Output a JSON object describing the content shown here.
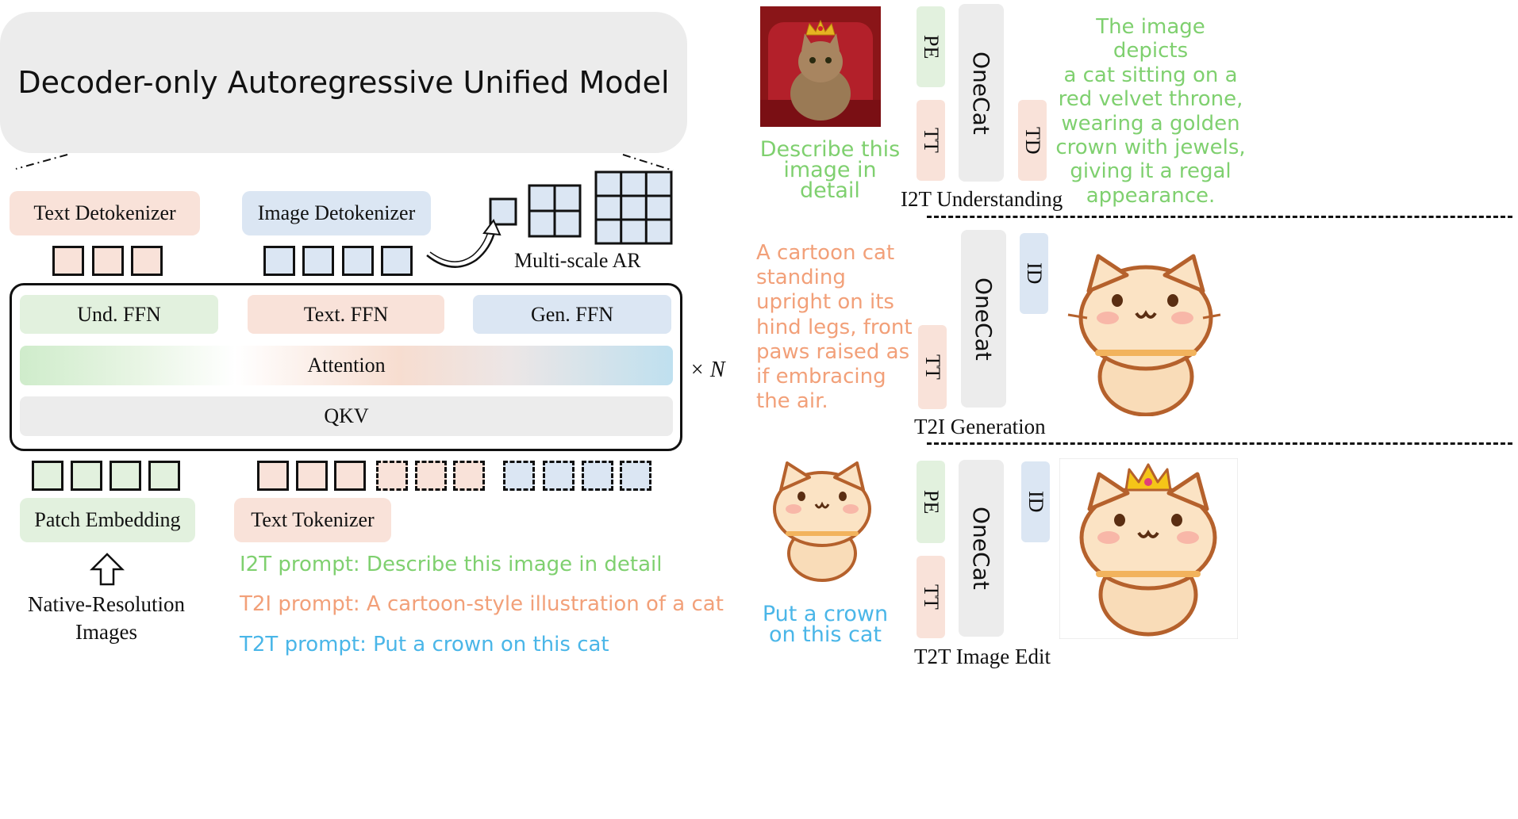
{
  "colors": {
    "green_fill": "#e2f1de",
    "orange_fill": "#f9e2d9",
    "blue_fill": "#dbe6f3",
    "gray_fill": "#ececec",
    "green_text": "#7fd06f",
    "orange_text": "#f2a079",
    "blue_text": "#4ab6e8"
  },
  "diagram": {
    "model_title": "Decoder-only Autoregressive Unified Model",
    "text_detokenizer": "Text Detokenizer",
    "image_detokenizer": "Image Detokenizer",
    "multiscale_label": "Multi-scale AR",
    "und_ffn": "Und. FFN",
    "text_ffn": "Text. FFN",
    "gen_ffn": "Gen. FFN",
    "attention": "Attention",
    "qkv": "QKV",
    "times_n": "× N",
    "patch_embedding": "Patch Embedding",
    "text_tokenizer": "Text Tokenizer",
    "native_images_line1": "Native-Resolution",
    "native_images_line2": "Images"
  },
  "prompts": {
    "i2t": "I2T prompt: Describe this image in detail",
    "t2i": "T2I prompt: A cartoon-style illustration of a cat",
    "t2t": "T2T prompt: Put a crown on this cat"
  },
  "panels": {
    "i2t": {
      "input_text_line1": "Describe this",
      "input_text_line2": "image in detail",
      "pe": "PE",
      "tt": "TT",
      "model": "OneCat",
      "td": "TD",
      "output_text": [
        "The image depicts",
        "a cat sitting on a",
        "red velvet throne,",
        "wearing a golden",
        "crown with jewels,",
        "giving it a regal",
        "appearance."
      ],
      "caption": "I2T Understanding"
    },
    "t2i": {
      "input_text": [
        "A cartoon cat",
        "standing",
        "upright on its",
        "hind legs, front",
        "paws raised as",
        "if embracing",
        "the air."
      ],
      "tt": "TT",
      "model": "OneCat",
      "id": "ID",
      "caption": "T2I Generation"
    },
    "t2t": {
      "input_text_line1": "Put a crown",
      "input_text_line2": "on this cat",
      "pe": "PE",
      "tt": "TT",
      "model": "OneCat",
      "id": "ID",
      "caption": "T2T Image Edit"
    }
  }
}
